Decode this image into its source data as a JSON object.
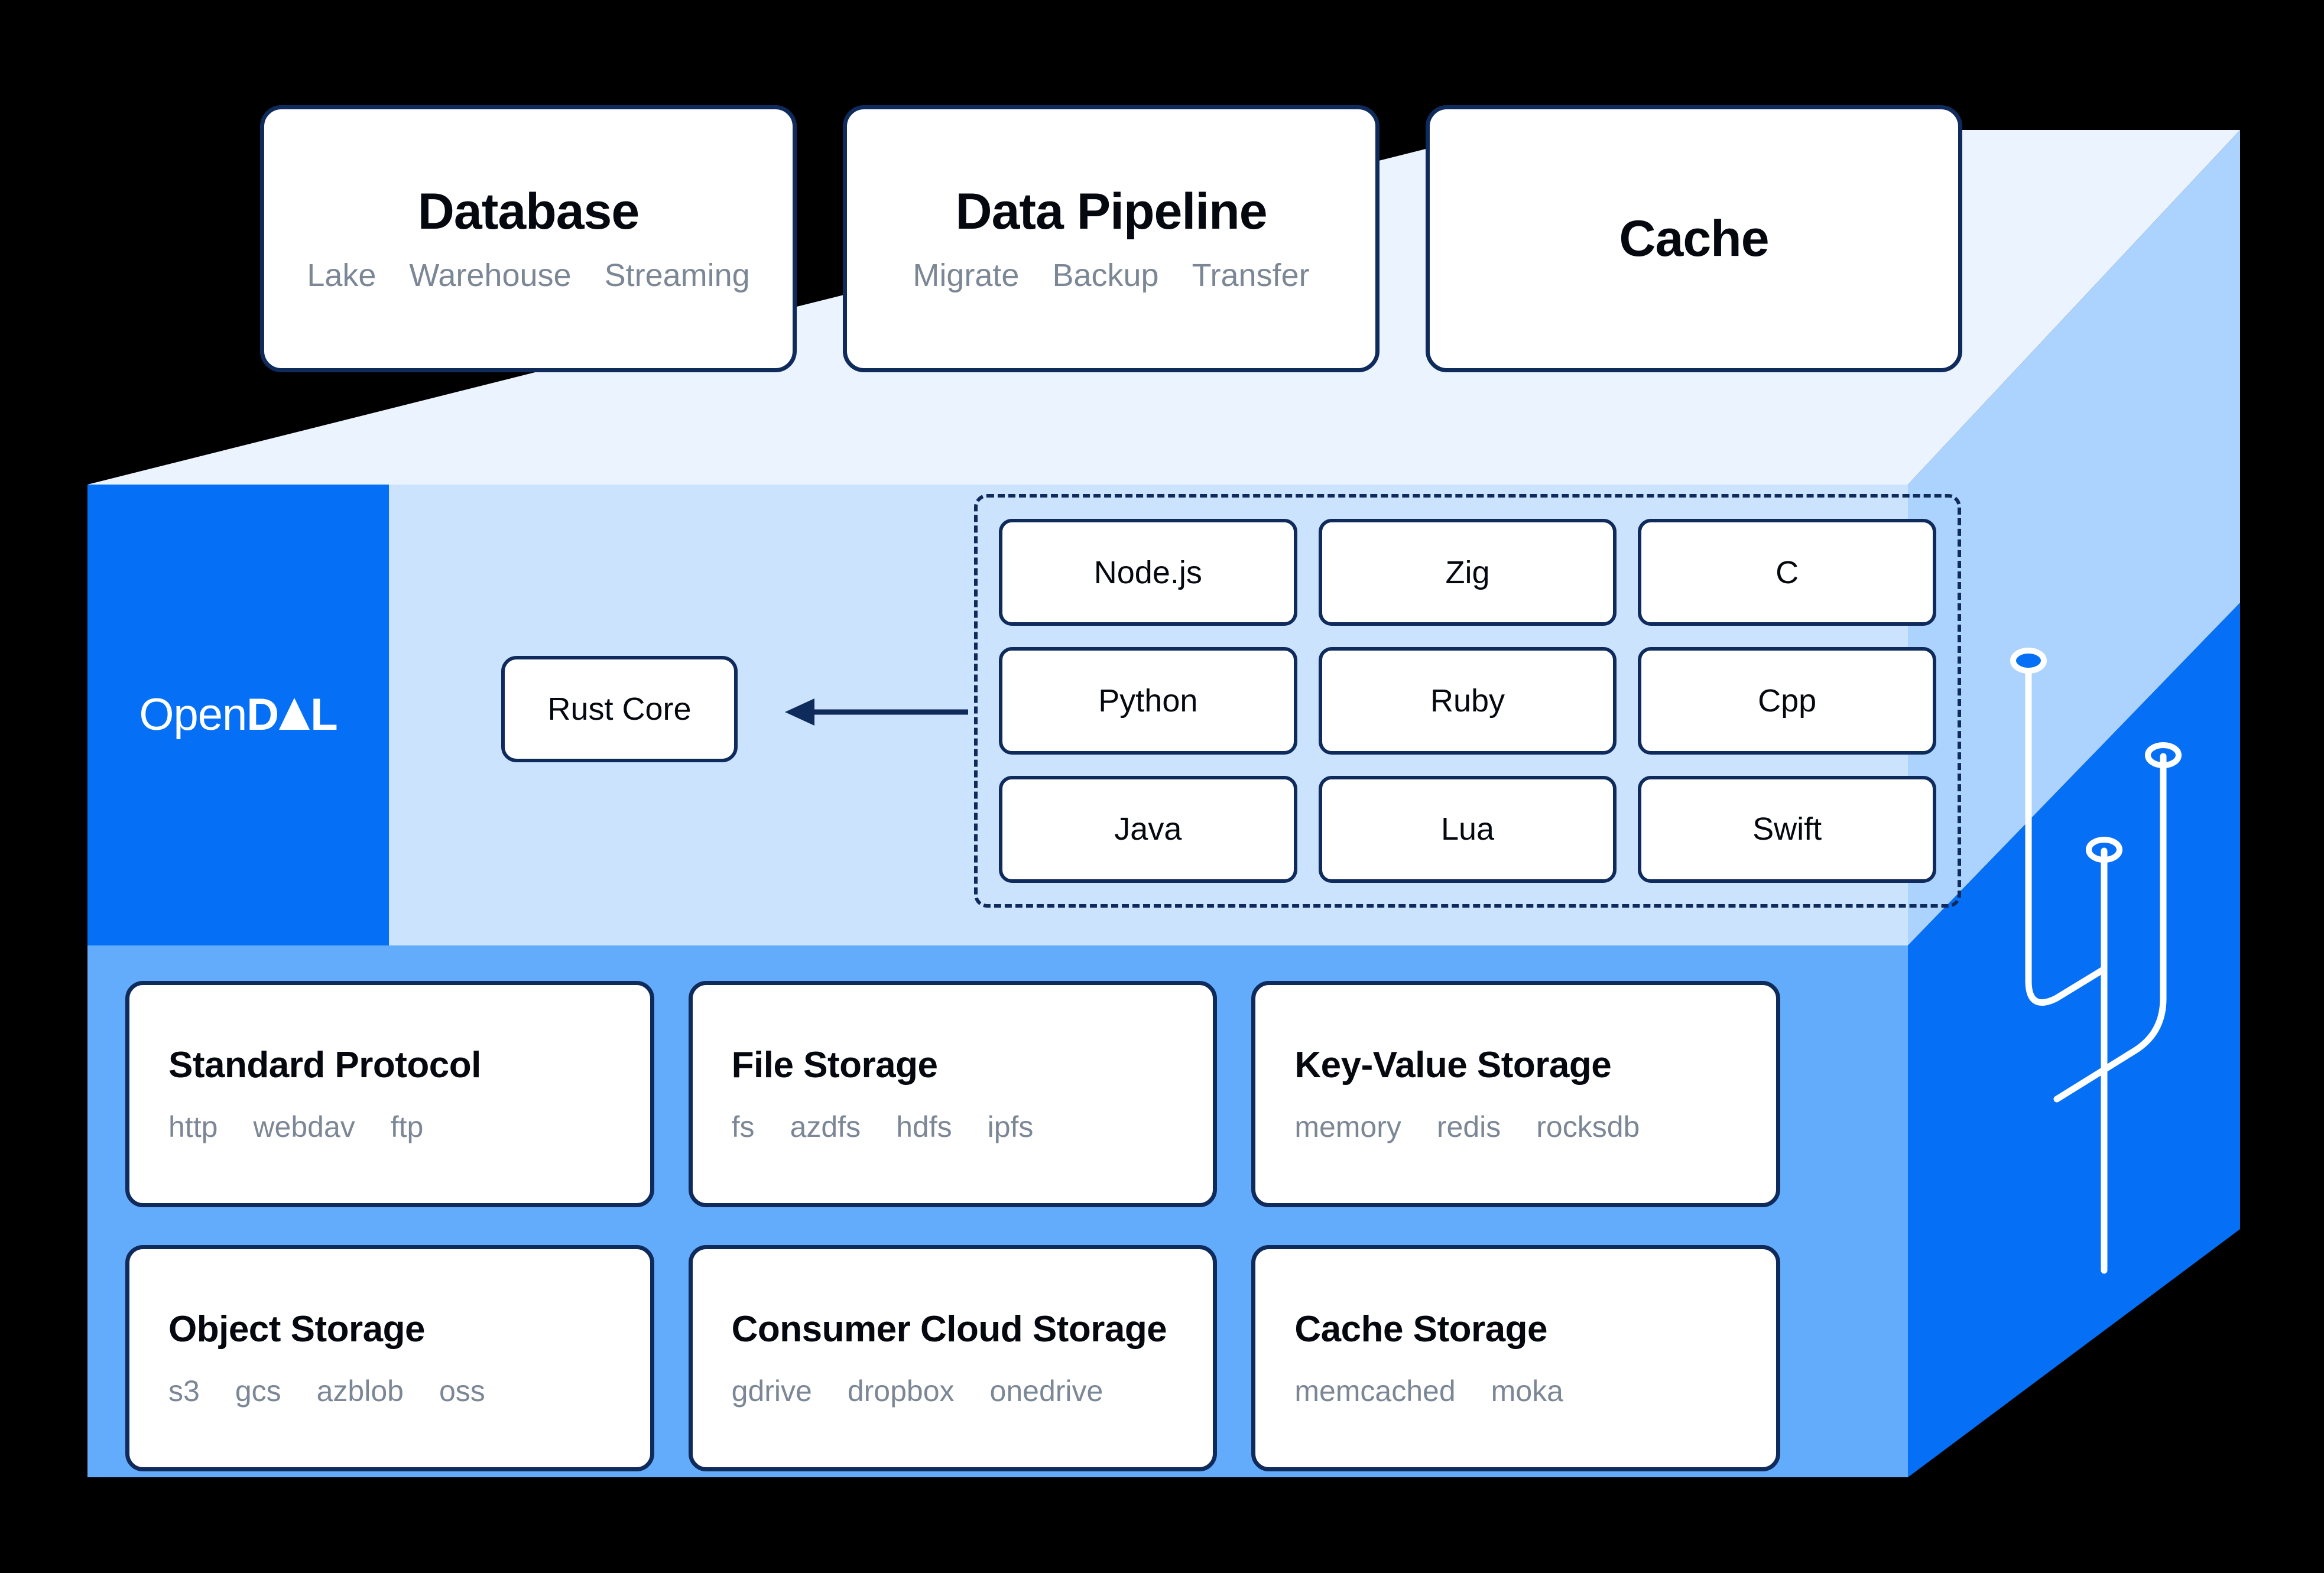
{
  "colors": {
    "brand_blue": "#0570F5",
    "top_face": "#EAF3FE",
    "mid_panel": "#CCE3FE",
    "right_top_face": "#ACD2FE",
    "bottom_band": "#63ACFB",
    "bottom_right_face": "#0570F5",
    "border_navy": "#0F2B5B",
    "tag_gray": "#7C8796",
    "card_white": "#FFFFFF"
  },
  "logo": {
    "part_light": "Open",
    "part_bold_d": "D",
    "part_bold_a": "A",
    "part_bold_l": "L",
    "full": "OpenDAL"
  },
  "top_cards": [
    {
      "title": "Database",
      "tags": [
        "Lake",
        "Warehouse",
        "Streaming"
      ]
    },
    {
      "title": "Data Pipeline",
      "tags": [
        "Migrate",
        "Backup",
        "Transfer"
      ]
    },
    {
      "title": "Cache",
      "tags": []
    }
  ],
  "core": {
    "label": "Rust Core",
    "arrow_direction": "left"
  },
  "bindings": [
    {
      "label": "Node.js"
    },
    {
      "label": "Zig"
    },
    {
      "label": "C"
    },
    {
      "label": "Python"
    },
    {
      "label": "Ruby"
    },
    {
      "label": "Cpp"
    },
    {
      "label": "Java"
    },
    {
      "label": "Lua"
    },
    {
      "label": "Swift"
    }
  ],
  "services": [
    {
      "title": "Standard Protocol",
      "tags": [
        "http",
        "webdav",
        "ftp"
      ]
    },
    {
      "title": "File Storage",
      "tags": [
        "fs",
        "azdfs",
        "hdfs",
        "ipfs"
      ]
    },
    {
      "title": "Key-Value Storage",
      "tags": [
        "memory",
        "redis",
        "rocksdb"
      ]
    },
    {
      "title": "Object Storage",
      "tags": [
        "s3",
        "gcs",
        "azblob",
        "oss"
      ]
    },
    {
      "title": "Consumer Cloud Storage",
      "tags": [
        "gdrive",
        "dropbox",
        "onedrive"
      ]
    },
    {
      "title": "Cache Storage",
      "tags": [
        "memcached",
        "moka"
      ]
    }
  ],
  "circuit": {
    "nodes": [
      {
        "name": "node-filled-top",
        "filled": true
      },
      {
        "name": "node-hollow-right",
        "filled": false
      },
      {
        "name": "node-hollow-mid",
        "filled": false
      }
    ]
  }
}
